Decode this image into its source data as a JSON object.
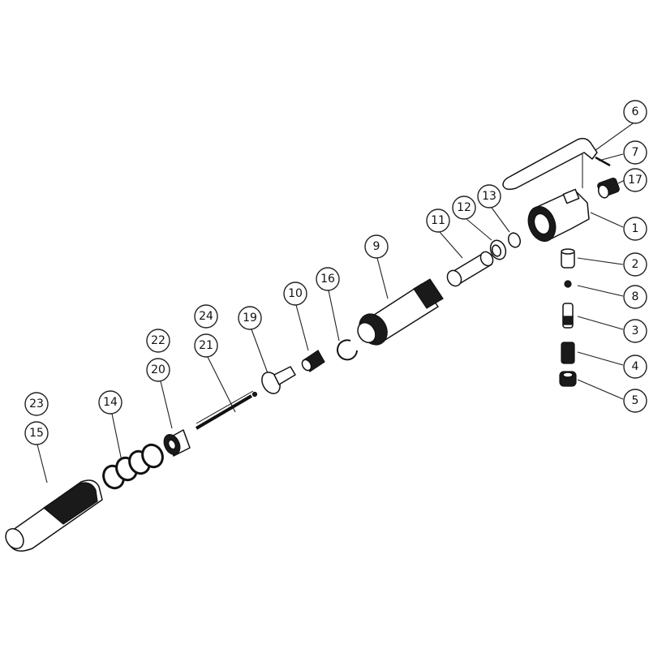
{
  "diagram": {
    "callouts": [
      {
        "id": "c1",
        "label": "1"
      },
      {
        "id": "c2",
        "label": "2"
      },
      {
        "id": "c3",
        "label": "3"
      },
      {
        "id": "c4",
        "label": "4"
      },
      {
        "id": "c5",
        "label": "5"
      },
      {
        "id": "c6",
        "label": "6"
      },
      {
        "id": "c7",
        "label": "7"
      },
      {
        "id": "c8",
        "label": "8"
      },
      {
        "id": "c9",
        "label": "9"
      },
      {
        "id": "c10",
        "label": "10"
      },
      {
        "id": "c11",
        "label": "11"
      },
      {
        "id": "c12",
        "label": "12"
      },
      {
        "id": "c13",
        "label": "13"
      },
      {
        "id": "c14",
        "label": "14"
      },
      {
        "id": "c15",
        "label": "15"
      },
      {
        "id": "c16",
        "label": "16"
      },
      {
        "id": "c17",
        "label": "17"
      },
      {
        "id": "c19",
        "label": "19"
      },
      {
        "id": "c20",
        "label": "20"
      },
      {
        "id": "c21",
        "label": "21"
      },
      {
        "id": "c22",
        "label": "22"
      },
      {
        "id": "c23",
        "label": "23"
      },
      {
        "id": "c24",
        "label": "24"
      }
    ]
  }
}
